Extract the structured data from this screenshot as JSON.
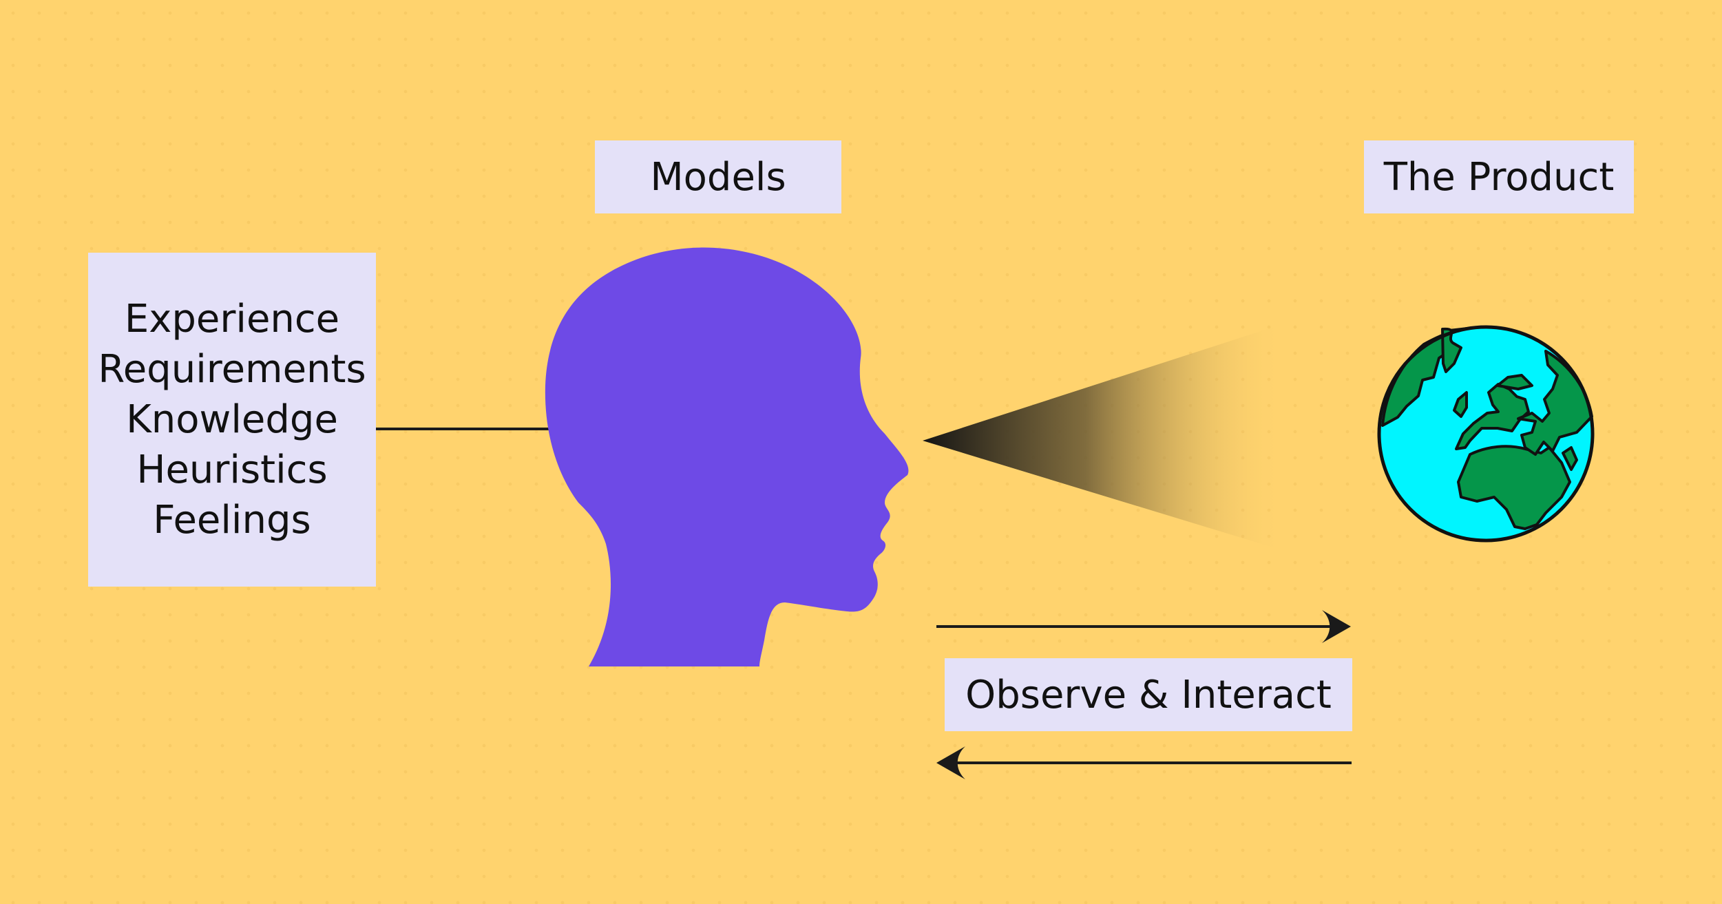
{
  "labels": {
    "models": "Models",
    "product": "The Product",
    "observe": "Observe & Interact"
  },
  "inputs": [
    "Experience",
    "Requirements",
    "Knowledge",
    "Heuristics",
    "Feelings"
  ],
  "colors": {
    "background": "#FFD36E",
    "label_box": "#E4E1F8",
    "head": "#6E4AE6",
    "globe_ocean": "#00F5FF",
    "globe_land": "#05964A",
    "line": "#1A1A1A"
  },
  "icons": [
    "head-silhouette-icon",
    "globe-icon",
    "vision-cone",
    "arrow-right-icon",
    "arrow-left-icon"
  ]
}
